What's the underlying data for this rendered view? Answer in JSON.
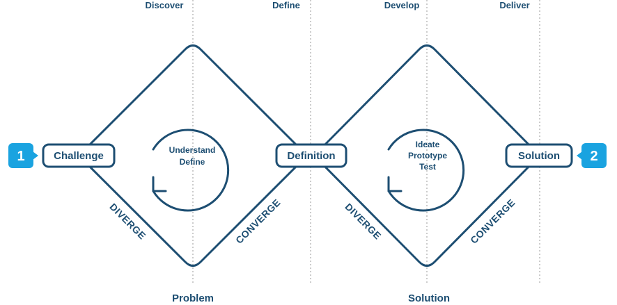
{
  "phases": [
    "Discover",
    "Define",
    "Develop",
    "Deliver"
  ],
  "bottom_labels": {
    "problem": "Problem",
    "solution": "Solution"
  },
  "nodes": {
    "challenge": "Challenge",
    "definition": "Definition",
    "solution": "Solution"
  },
  "badges": {
    "start": "1",
    "end": "2"
  },
  "edge_labels": {
    "diverge": "DIVERGE",
    "converge": "CONVERGE"
  },
  "inner_text": {
    "left": [
      "Understand",
      "Define"
    ],
    "right": [
      "Ideate",
      "Prototype",
      "Test"
    ]
  },
  "colors": {
    "primary": "#1d4e72",
    "badge": "#1aa3e0",
    "dotted": "#9a9a9a"
  }
}
